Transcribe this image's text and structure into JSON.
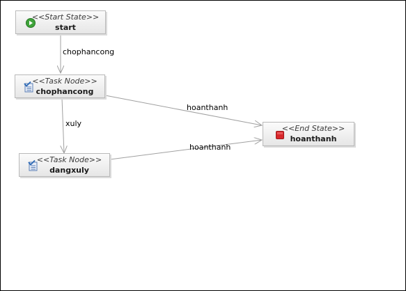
{
  "nodes": {
    "start": {
      "stereotype": "<<Start State>>",
      "name": "start",
      "icon": "play-icon"
    },
    "chophancong": {
      "stereotype": "<<Task Node>>",
      "name": "chophancong",
      "icon": "task-icon"
    },
    "dangxuly": {
      "stereotype": "<<Task Node>>",
      "name": "dangxuly",
      "icon": "task-icon"
    },
    "hoanthanh": {
      "stereotype": "<<End State>>",
      "name": "hoanthanh",
      "icon": "stop-icon"
    }
  },
  "transitions": [
    {
      "from": "start",
      "to": "chophancong",
      "label": "chophancong"
    },
    {
      "from": "chophancong",
      "to": "dangxuly",
      "label": "xuly"
    },
    {
      "from": "chophancong",
      "to": "hoanthanh",
      "label": "hoanthanh"
    },
    {
      "from": "dangxuly",
      "to": "hoanthanh",
      "label": "hoanthanh"
    }
  ],
  "colors": {
    "edge": "#a0a0a0",
    "start_icon": "#3fa33a",
    "end_icon": "#d8262a",
    "task_icon": "#2e6ab5"
  }
}
